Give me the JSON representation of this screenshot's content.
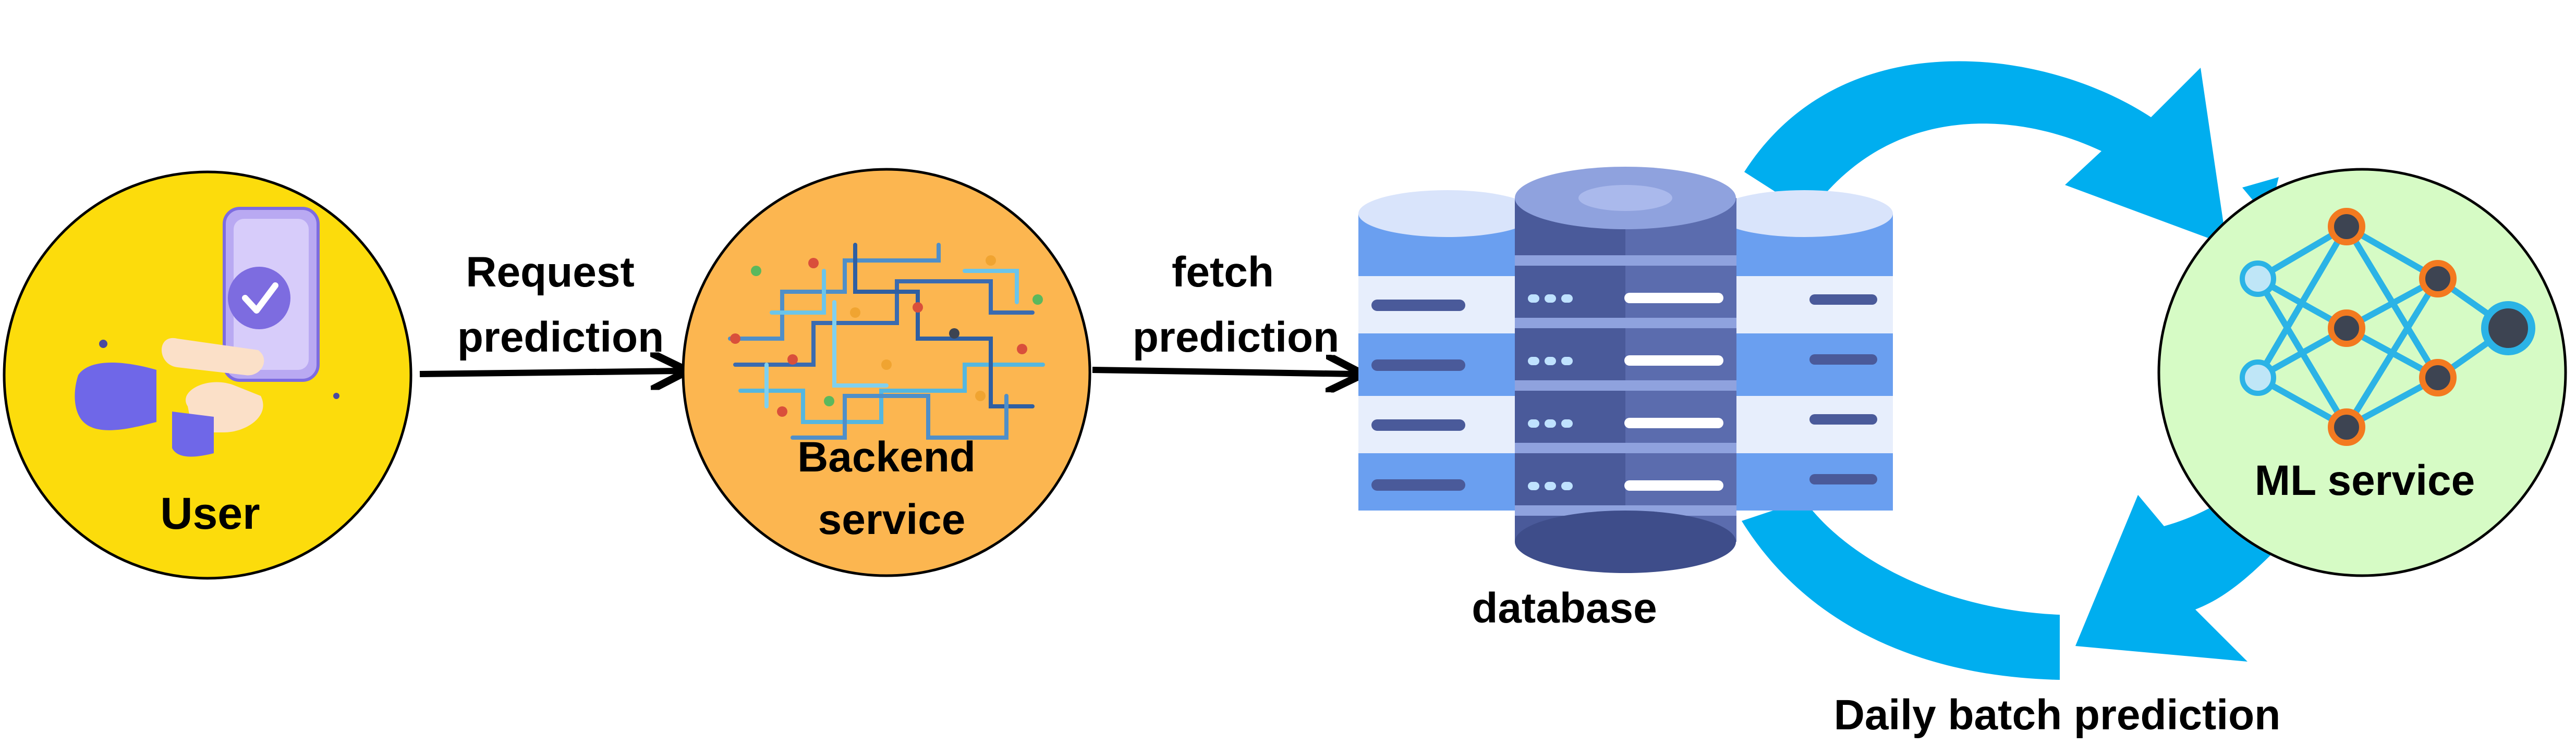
{
  "nodes": {
    "user": {
      "label": "User",
      "fill": "#fcdc0c"
    },
    "backend": {
      "label_line1": "Backend",
      "label_line2": "service",
      "fill": "#fcb650"
    },
    "database": {
      "label": "database"
    },
    "ml": {
      "label": "ML service",
      "fill": "#d6fbc5"
    }
  },
  "edges": {
    "request": {
      "line1": "Request",
      "line2": "prediction"
    },
    "fetch": {
      "line1": "fetch",
      "line2": "prediction"
    },
    "batch": {
      "label": "Daily batch prediction"
    }
  },
  "colors": {
    "cycle_arrow": "#00aeef",
    "db_dark": "#4a5a9a",
    "db_light": "#6a9ff0",
    "db_pale": "#e7eefc",
    "nn_orange": "#f37a20",
    "nn_blue": "#2bb3e6",
    "nn_dark": "#3d4452"
  }
}
